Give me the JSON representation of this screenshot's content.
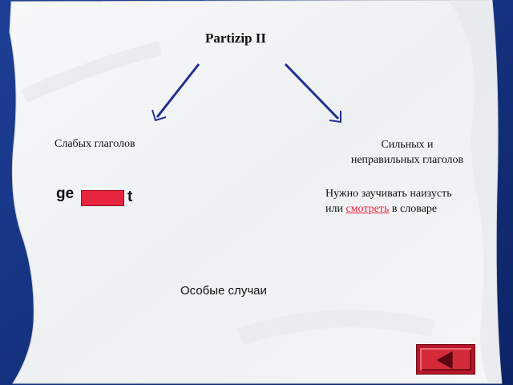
{
  "title": "Partizip II",
  "weak": {
    "label": "Слабых глаголов",
    "prefix": "ge",
    "suffix": "t"
  },
  "strong": {
    "label_line1": "Сильных и",
    "label_line2": "неправильных глаголов",
    "note_line1": "Нужно заучивать наизусть",
    "note_line2_before": "или",
    "note_link": "смотреть",
    "note_line2_after": "в словаре"
  },
  "special_cases": "Особые случаи",
  "colors": {
    "background": "#14307a",
    "paper": "#f4f5f6",
    "arrow": "#22308e",
    "accent": "#e8253e"
  },
  "icons": {
    "back_button": "triangle-left-icon"
  }
}
